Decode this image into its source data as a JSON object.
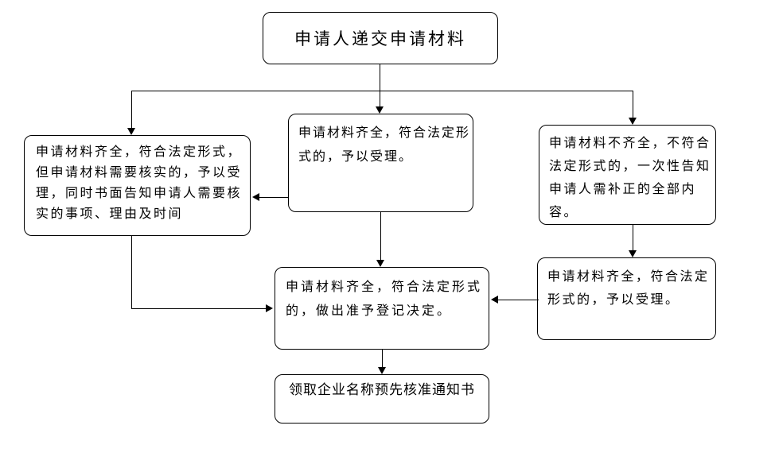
{
  "flowchart": {
    "colors": {
      "background": "#ffffff",
      "border": "#000000",
      "text": "#000000",
      "line": "#000000"
    },
    "nodes": {
      "top": {
        "text": "申请人递交申请材料",
        "lines": [
          "申请人递交申请材料"
        ]
      },
      "left": {
        "text": "申请材料齐全，符合法定形式，但申请材料需要核实的，予以受理，同时书面告知申请人需要核实的事项、理由及时间",
        "lines": [
          "申请材料齐全，符合法定形式，",
          "但申请材料需要核实的，予以受",
          "理，同时书面告知申请人需要核",
          "实的事项、理由及时间"
        ]
      },
      "middle": {
        "text": "申请材料齐全，符合法定形式的，予以受理。",
        "lines": [
          "申请材料齐全，符合法定形",
          "式的，予以受理。"
        ]
      },
      "right": {
        "text": "申请材料不齐全，不符合法定形式的，一次性告知申请人需补正的全部内容。",
        "lines": [
          "申请材料不齐全，不符合",
          "法定形式的，一次性告知",
          "申请人需补正的全部内",
          "容。"
        ]
      },
      "right_lower": {
        "text": "申请材料齐全，符合法定形式的，予以受理。",
        "lines": [
          "申请材料齐全，符合法定",
          "形式的，予以受理。"
        ]
      },
      "center": {
        "text": "申请材料齐全，符合法定形式的，做出准予登记决定。",
        "lines": [
          "申请材料齐全，符合法定形式",
          "的，做出准予登记决定。"
        ]
      },
      "bottom": {
        "text": "领取企业名称预先核准通知书",
        "lines": [
          "领取企业名称预先核准通知书"
        ]
      }
    },
    "edges": [
      {
        "from": "top",
        "to": "left"
      },
      {
        "from": "top",
        "to": "middle"
      },
      {
        "from": "top",
        "to": "right"
      },
      {
        "from": "middle",
        "to": "left"
      },
      {
        "from": "middle",
        "to": "center"
      },
      {
        "from": "left",
        "to": "center"
      },
      {
        "from": "right",
        "to": "right_lower"
      },
      {
        "from": "right_lower",
        "to": "center"
      },
      {
        "from": "center",
        "to": "bottom"
      }
    ]
  }
}
